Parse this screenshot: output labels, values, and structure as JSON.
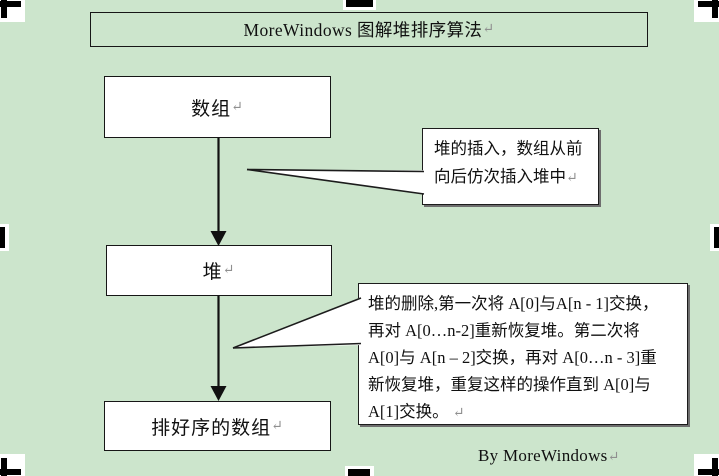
{
  "title": {
    "text": "MoreWindows 图解堆排序算法"
  },
  "flow": {
    "box_array": "数组",
    "box_heap": "堆",
    "box_sorted": "排好序的数组"
  },
  "callouts": {
    "insert": {
      "text": "堆的插入，数组从前\n向后仿次插入堆中"
    },
    "delete": {
      "text": "堆的删除,第一次将 A[0]与A[n - 1]交换，\n再对 A[0…n-2]重新恢复堆。第二次将\nA[0]与 A[n – 2]交换，再对 A[0…n - 3]重\n新恢复堆，重复这样的操作直到 A[0]与\nA[1]交换。"
    }
  },
  "footer": {
    "byline": "By MoreWindows"
  },
  "marks": {
    "return": "↵"
  },
  "colors": {
    "canvas_background": "#cce5cc",
    "shape_fill": "#ffffff",
    "shape_border": "#161616",
    "callout_shadow": "#6e6e6e",
    "handle": "#000000"
  }
}
